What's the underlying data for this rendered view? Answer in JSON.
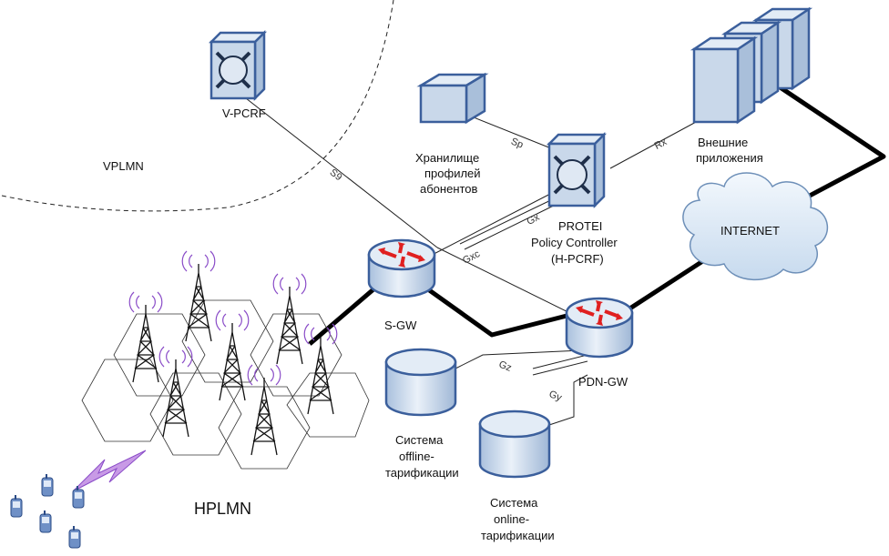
{
  "labels": {
    "vplmn": "VPLMN",
    "hplmn": "HPLMN",
    "vpcrf": "V-PCRF",
    "storage": [
      "Хранилище",
      "профилей",
      "абонентов"
    ],
    "policy": [
      "PROTEI",
      "Policy Controller",
      "(H-PCRF)"
    ],
    "external": [
      "Внешние",
      "приложения"
    ],
    "internet": "INTERNET",
    "sgw": "S-GW",
    "pdngw": "PDN-GW",
    "offline": [
      "Система",
      "offline-",
      "тарификации"
    ],
    "online": [
      "Система",
      "online-",
      "тарификации"
    ]
  },
  "interfaces": {
    "s9": "S9",
    "sp": "Sp",
    "rx": "Rx",
    "gx": "Gx",
    "gxc": "Gxc",
    "gz": "Gz",
    "gy": "Gy"
  },
  "colors": {
    "node_fill": "#c9d8ea",
    "node_stroke": "#3b5f9c",
    "arrow_red": "#e02020",
    "radio_wave": "#8a4cc8",
    "cloud_fill": "#dbe8f5"
  }
}
